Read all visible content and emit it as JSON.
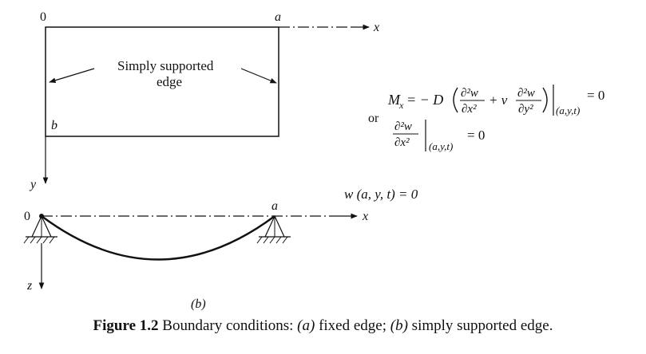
{
  "plate": {
    "origin_label": "0",
    "corner_a_label": "a",
    "corner_b_label": "b",
    "x_axis_label": "x",
    "y_axis_label": "y",
    "edge_note_line1": "Simply supported",
    "edge_note_line2": "edge"
  },
  "equations": {
    "moment_lhs": "M",
    "moment_sub": "x",
    "moment_eq": "= − D",
    "plus_nu": "+ ν",
    "d2w": "∂²w",
    "dx2": "∂x²",
    "dy2": "∂y²",
    "eval_at": "(a,y,t)",
    "equals_zero": "= 0",
    "or": "or",
    "deflection_eq": "w (a, y, t) = 0"
  },
  "beam": {
    "origin_label": "0",
    "support_a_label": "a",
    "x_axis_label": "x",
    "z_axis_label": "z"
  },
  "sub_label": "(b)",
  "caption": {
    "lead": "Figure 1.2",
    "text_before_a": " Boundary conditions: ",
    "a_label": "(a)",
    "text_mid": " fixed edge; ",
    "b_label": "(b)",
    "text_after_b": " simply supported edge."
  }
}
